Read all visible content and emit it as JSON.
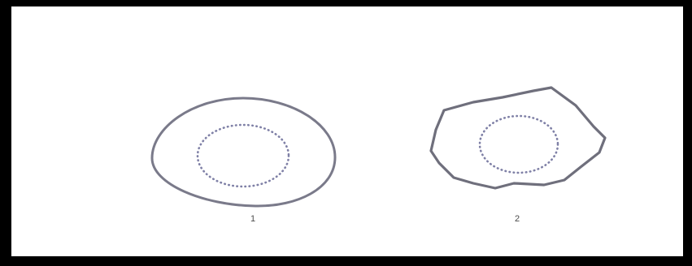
{
  "figures": [
    {
      "label": "1",
      "outline": "smooth-round"
    },
    {
      "label": "2",
      "outline": "irregular-angular"
    }
  ],
  "colors": {
    "frame": "#000000",
    "background": "#ffffff",
    "outer_outline": "#7a7a8a",
    "inner_outline": "#7f80a6",
    "label": "#4a4a4a"
  }
}
